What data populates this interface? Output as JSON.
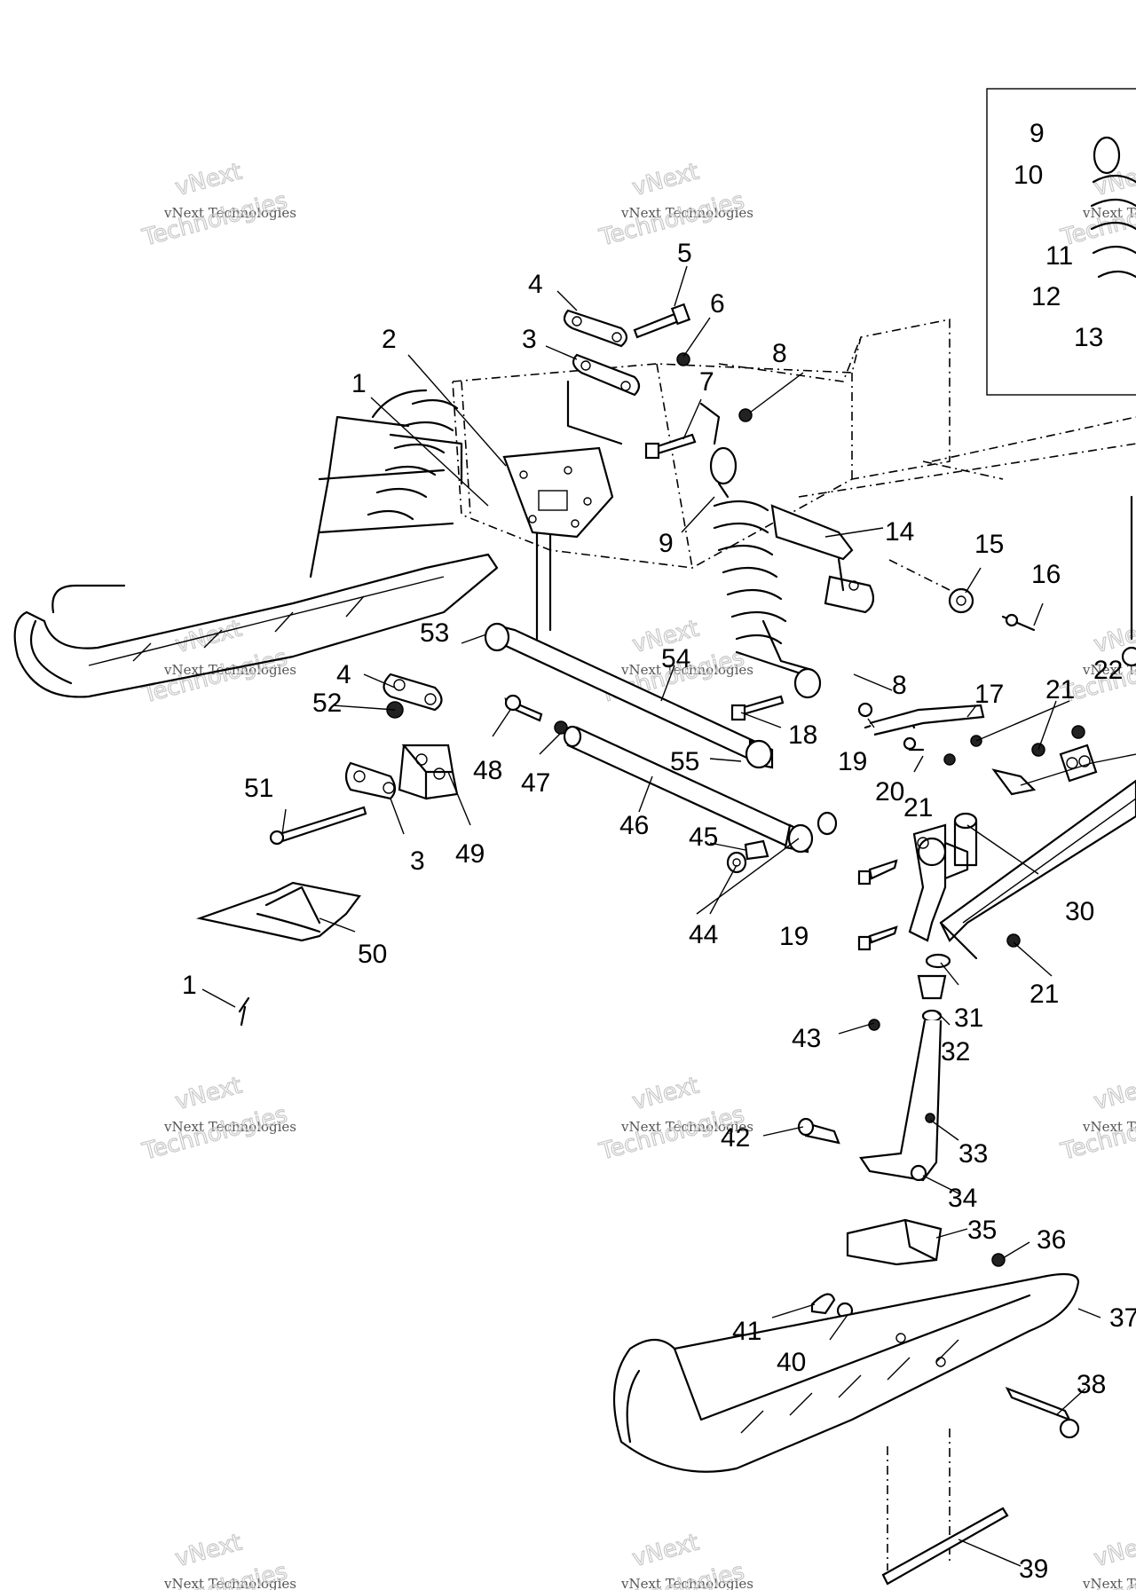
{
  "watermark": {
    "line1": "vNext",
    "line2": "vNext Technologies",
    "line3": "Technologies"
  },
  "callouts": [
    "1",
    "2",
    "3",
    "4",
    "5",
    "6",
    "7",
    "8",
    "9",
    "10",
    "11",
    "12",
    "13",
    "14",
    "15",
    "16",
    "17",
    "18",
    "19",
    "20",
    "21",
    "22",
    "30",
    "31",
    "32",
    "33",
    "34",
    "35",
    "36",
    "37",
    "38",
    "39",
    "40",
    "41",
    "42",
    "43",
    "44",
    "45",
    "46",
    "47",
    "48",
    "49",
    "50",
    "51",
    "52",
    "53",
    "54",
    "55"
  ]
}
